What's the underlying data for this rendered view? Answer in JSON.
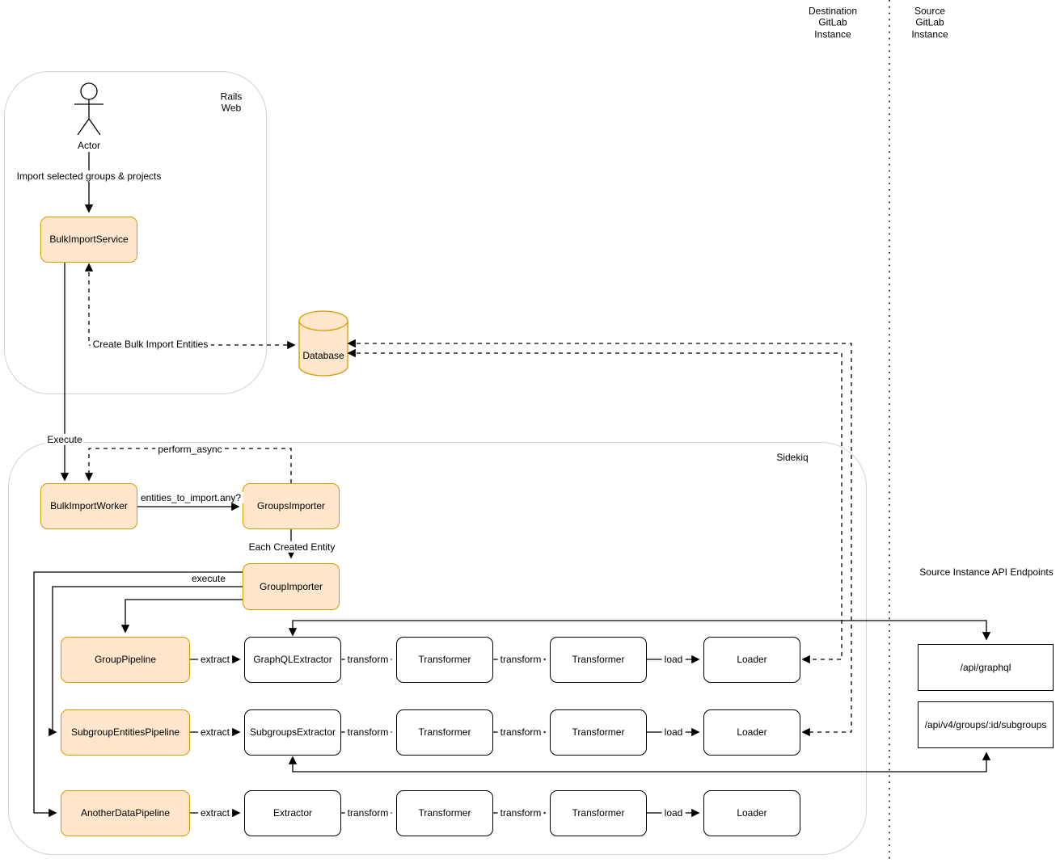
{
  "instances": {
    "destination": "Destination\nGitLab\nInstance",
    "source": "Source\nGitLab\nInstance"
  },
  "containers": {
    "rails_web": "Rails\nWeb",
    "sidekiq": "Sidekiq"
  },
  "actor_label": "Actor",
  "headings": {
    "api_endpoints": "Source Instance API Endpoints"
  },
  "nodes": {
    "bulk_import_service": "BulkImportService",
    "database": "Database",
    "bulk_import_worker": "BulkImportWorker",
    "groups_importer": "GroupsImporter",
    "group_importer": "GroupImporter",
    "group_pipeline": "GroupPipeline",
    "subgroup_entities_pipeline": "SubgroupEntitiesPipeline",
    "another_data_pipeline": "AnotherDataPipeline",
    "graphql_extractor": "GraphQLExtractor",
    "subgroups_extractor": "SubgroupsExtractor",
    "extractor": "Extractor",
    "transformer": "Transformer",
    "loader": "Loader",
    "api_graphql": "/api/graphql",
    "api_subgroups": "/api/v4/groups/:id/subgroups"
  },
  "edge_labels": {
    "import_selected": "Import selected groups & projects",
    "create_bulk_import_entities": "Create Bulk Import Entities",
    "execute": "Execute",
    "perform_async": "perform_async",
    "entities_to_import_any": "entities_to_import.any?",
    "each_created_entity": "Each Created Entity",
    "execute_lower": "execute",
    "extract": "extract",
    "transform": "transform",
    "load": "load"
  },
  "colors": {
    "node_fill": "#ffe6cc",
    "node_stroke": "#d79b00",
    "edge": "#000000",
    "container_stroke": "#d3d3d3"
  }
}
